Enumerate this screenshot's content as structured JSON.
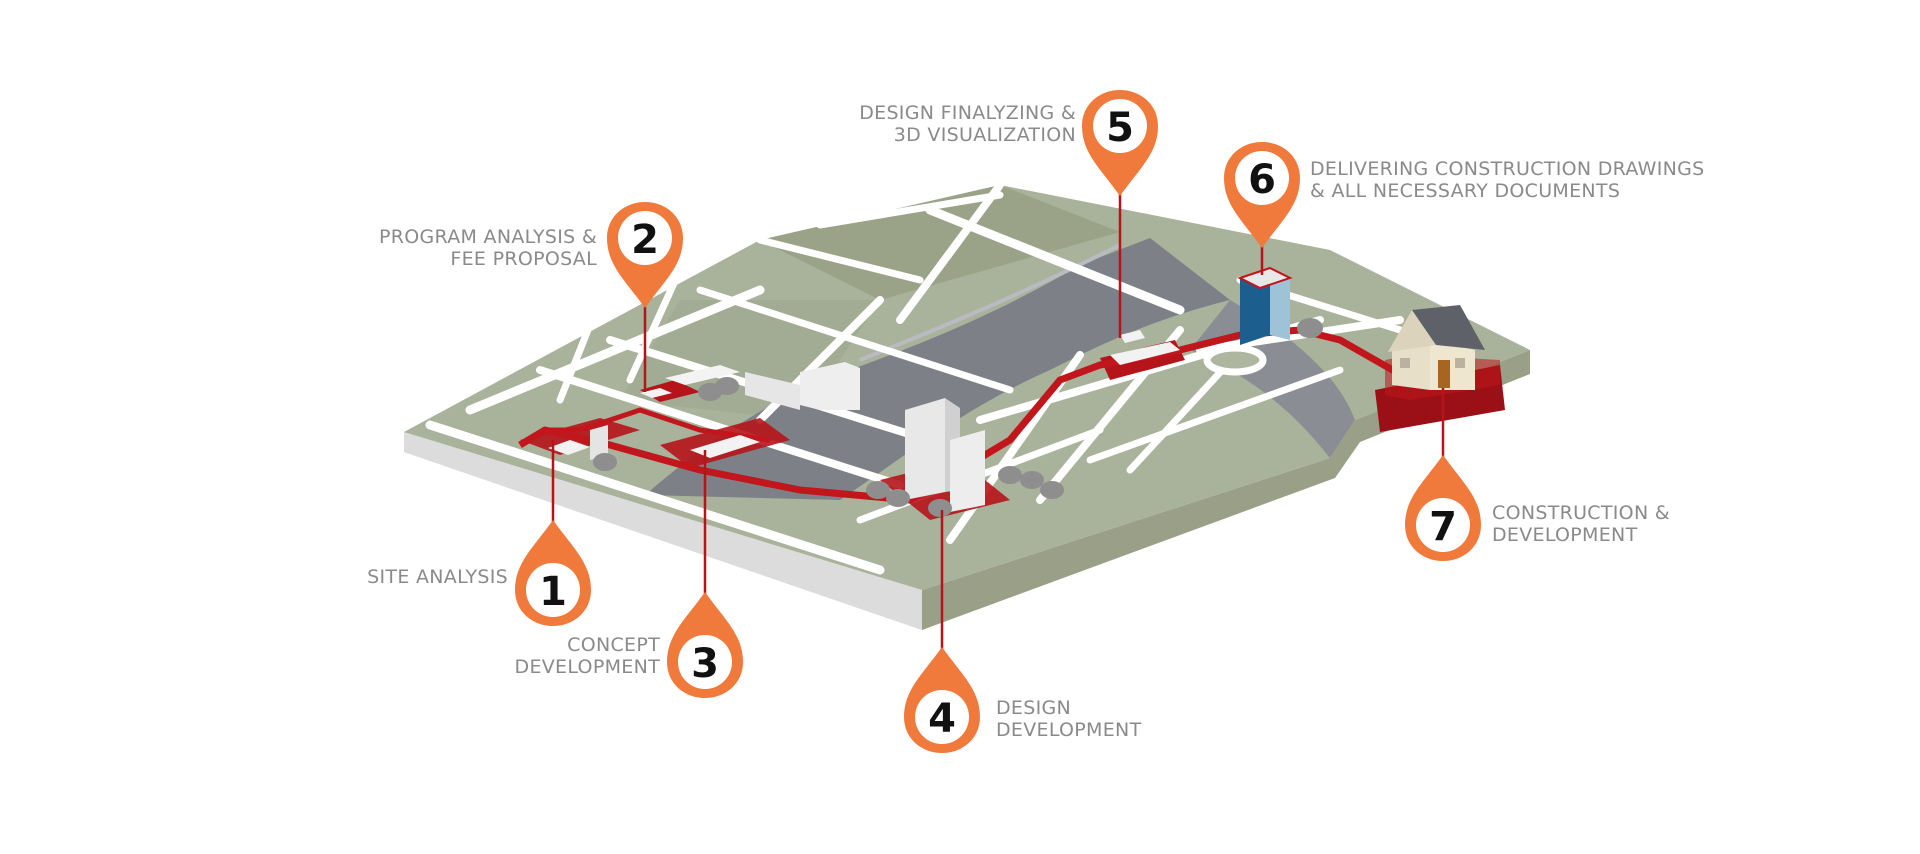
{
  "steps": [
    {
      "number": "1",
      "lines": [
        "SITE ANALYSIS"
      ]
    },
    {
      "number": "2",
      "lines": [
        "PROGRAM ANALYSIS  &",
        "FEE PROPOSAL"
      ]
    },
    {
      "number": "3",
      "lines": [
        "CONCEPT",
        "DEVELOPMENT"
      ]
    },
    {
      "number": "4",
      "lines": [
        "DESIGN",
        "DEVELOPMENT"
      ]
    },
    {
      "number": "5",
      "lines": [
        "DESIGN FINALYZING &",
        "3D VISUALIZATION"
      ]
    },
    {
      "number": "6",
      "lines": [
        "DELIVERING CONSTRUCTION DRAWINGS",
        "& ALL NECESSARY  DOCUMENTS"
      ]
    },
    {
      "number": "7",
      "lines": [
        "CONSTRUCTION &",
        "DEVELOPMENT"
      ]
    }
  ],
  "colors": {
    "marker": "#f07a3c",
    "route": "#c0161c",
    "label": "#8a8a8a",
    "land": "#a9b29a",
    "road": "#ffffff",
    "river": "#7d8087"
  },
  "icons": [
    "location-pin-icon",
    "house-icon",
    "tower-icon",
    "tree-icon"
  ]
}
